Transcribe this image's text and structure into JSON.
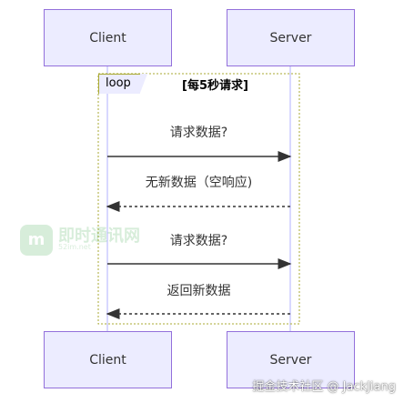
{
  "participants": {
    "client": "Client",
    "server": "Server"
  },
  "loop": {
    "label": "loop",
    "condition": "[每5秒请求]"
  },
  "messages": [
    {
      "text": "请求数据?",
      "from": "client",
      "to": "server",
      "style": "solid"
    },
    {
      "text": "无新数据（空响应)",
      "from": "server",
      "to": "client",
      "style": "dashed"
    },
    {
      "text": "请求数据?",
      "from": "client",
      "to": "server",
      "style": "solid"
    },
    {
      "text": "返回新数据",
      "from": "server",
      "to": "client",
      "style": "dashed"
    }
  ],
  "watermark": {
    "logo": "m",
    "title": "即时通讯网",
    "subtitle": "52im.net"
  },
  "footer": "掘金技术社区 @ JackJiang",
  "colors": {
    "actor_fill": "#ECECFF",
    "actor_border": "#9370DB",
    "lifeline": "#CCCCFF",
    "loop_border": "#aaaa33",
    "arrow": "#333333"
  }
}
